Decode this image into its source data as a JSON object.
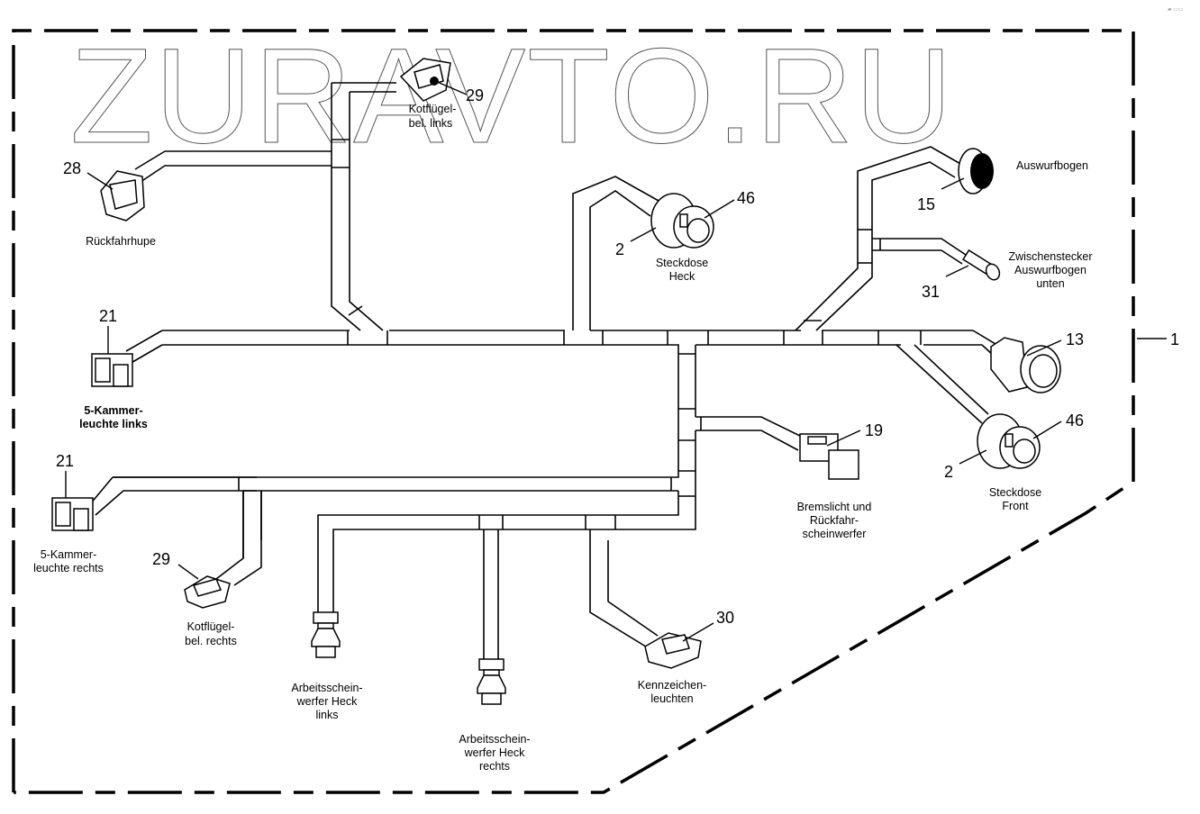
{
  "watermark": "ZURAVTO.RU",
  "corner_mark": "▰ ▭▭",
  "assembly": {
    "number": "1"
  },
  "components": [
    {
      "id": "kotfluegel-links",
      "number": "29",
      "label": [
        "Kotflügel-",
        "bel. links"
      ]
    },
    {
      "id": "rueckfahrhupe",
      "number": "28",
      "label": [
        "Rückfahrhupe"
      ]
    },
    {
      "id": "steckdose-heck",
      "numbers": [
        "2",
        "46"
      ],
      "label": [
        "Steckdose",
        "Heck"
      ]
    },
    {
      "id": "auswurfbogen",
      "number": "15",
      "label": [
        "Auswurfbogen"
      ]
    },
    {
      "id": "zwischenstecker",
      "number": "31",
      "label": [
        "Zwischenstecker",
        "Auswurfbogen",
        "unten"
      ]
    },
    {
      "id": "kammerleuchte-links",
      "number": "21",
      "label": [
        "5-Kammer-",
        "leuchte links"
      ]
    },
    {
      "id": "stecker-13",
      "number": "13",
      "label": []
    },
    {
      "id": "steckdose-front",
      "numbers": [
        "2",
        "46"
      ],
      "label": [
        "Steckdose",
        "Front"
      ]
    },
    {
      "id": "bremslicht",
      "number": "19",
      "label": [
        "Bremslicht und",
        "Rückfahr-",
        "scheinwerfer"
      ]
    },
    {
      "id": "kammerleuchte-rechts",
      "number": "21",
      "label": [
        "5-Kammer-",
        "leuchte rechts"
      ]
    },
    {
      "id": "kotfluegel-rechts",
      "number": "29",
      "label": [
        "Kotflügel-",
        "bel. rechts"
      ]
    },
    {
      "id": "arbeitsscheinwerfer-links",
      "number": "",
      "label": [
        "Arbeitsschein-",
        "werfer Heck",
        "links"
      ]
    },
    {
      "id": "arbeitsscheinwerfer-rechts",
      "number": "",
      "label": [
        "Arbeitsschein-",
        "werfer Heck",
        "rechts"
      ]
    },
    {
      "id": "kennzeichenleuchten",
      "number": "30",
      "label": [
        "Kennzeichen-",
        "leuchten"
      ]
    }
  ]
}
